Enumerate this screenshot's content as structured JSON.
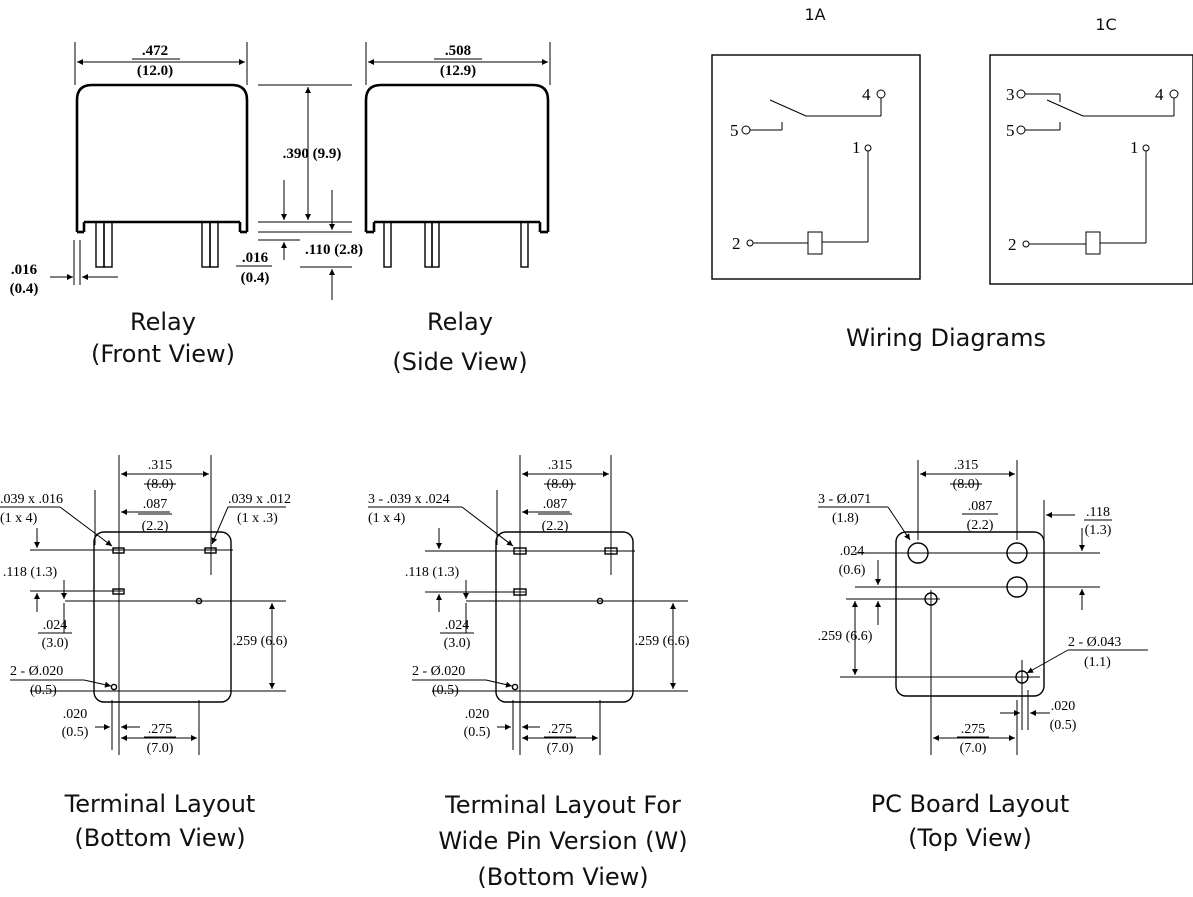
{
  "front_view": {
    "width_in": ".472",
    "width_mm": "(12.0)",
    "pin_w_in": ".016",
    "pin_w_mm": "(0.4)",
    "caption_line1": "Relay",
    "caption_line2": "(Front View)"
  },
  "side_view": {
    "width_in": ".508",
    "width_mm": "(12.9)",
    "height": ".390 (9.9)",
    "standoff_in": ".016",
    "standoff_mm": "(0.4)",
    "pin_len": ".110 (2.8)",
    "caption_line1": "Relay",
    "caption_line2": "(Side View)"
  },
  "wiring": {
    "label_1a": "1A",
    "label_1c": "1C",
    "pin1": "1",
    "pin2": "2",
    "pin3": "3",
    "pin4": "4",
    "pin5": "5",
    "caption": "Wiring Diagrams"
  },
  "terminal_layout": {
    "d315_in": ".315",
    "d315_mm": "(8.0)",
    "d087_in": ".087",
    "d087_mm": "(2.2)",
    "pad_a_in": ".039 x .016",
    "pad_a_mm": "(1 x 4)",
    "pad_b_in": ".039 x .012",
    "pad_b_mm": "(1 x .3)",
    "d118": ".118 (1.3)",
    "d024_in": ".024",
    "d024_mm": "(3.0)",
    "d259": ".259 (6.6)",
    "hole_in": "2 - Ø.020",
    "hole_mm": "(0.5)",
    "d020_in": ".020",
    "d020_mm": "(0.5)",
    "d275_in": ".275",
    "d275_mm": "(7.0)",
    "caption_line1": "Terminal Layout",
    "caption_line2": "(Bottom View)"
  },
  "wide_pin_layout": {
    "d315_in": ".315",
    "d315_mm": "(8.0)",
    "pad_in": "3 - .039 x .024",
    "pad_mm": "(1 x 4)",
    "d087_in": ".087",
    "d087_mm": "(2.2)",
    "d118": ".118 (1.3)",
    "d024_in": ".024",
    "d024_mm": "(3.0)",
    "d259": ".259 (6.6)",
    "hole_in": "2 - Ø.020",
    "hole_mm": "(0.5)",
    "d020_in": ".020",
    "d020_mm": "(0.5)",
    "d275_in": ".275",
    "d275_mm": "(7.0)",
    "caption_line1": "Terminal Layout For",
    "caption_line2": "Wide Pin Version (W)",
    "caption_line3": "(Bottom View)"
  },
  "pc_board_layout": {
    "d315_in": ".315",
    "d315_mm": "(8.0)",
    "big_hole_in": "3 - Ø.071",
    "big_hole_mm": "(1.8)",
    "d087_in": ".087",
    "d087_mm": "(2.2)",
    "d118_in": ".118",
    "d118_mm": "(1.3)",
    "d024_in": ".024",
    "d024_mm": "(0.6)",
    "d259": ".259 (6.6)",
    "small_hole_in": "2 - Ø.043",
    "small_hole_mm": "(1.1)",
    "d020_in": ".020",
    "d020_mm": "(0.5)",
    "d275_in": ".275",
    "d275_mm": "(7.0)",
    "caption_line1": "PC Board Layout",
    "caption_line2": "(Top View)"
  }
}
